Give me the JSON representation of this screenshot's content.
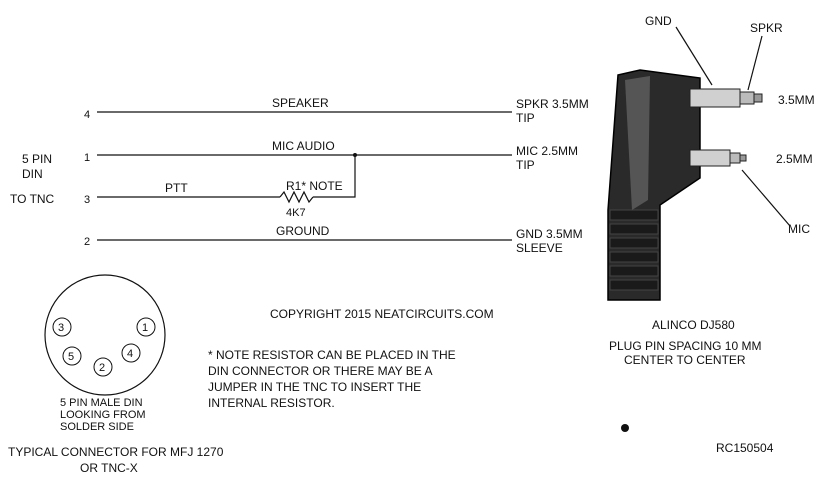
{
  "din": {
    "label_line1": "5 PIN",
    "label_line2": "DIN",
    "to_tnc": "TO TNC",
    "pins": [
      {
        "pin": "4",
        "signal": "SPEAKER",
        "dest_line1": "SPKR 3.5MM",
        "dest_line2": "TIP"
      },
      {
        "pin": "1",
        "signal": "MIC AUDIO",
        "dest_line1": "MIC 2.5MM",
        "dest_line2": "TIP"
      },
      {
        "pin": "3",
        "signal": "PTT",
        "dest_line1": "",
        "dest_line2": ""
      },
      {
        "pin": "2",
        "signal": "GROUND",
        "dest_line1": "GND 3.5MM",
        "dest_line2": "SLEEVE"
      }
    ],
    "connector_pins": [
      "3",
      "1",
      "5",
      "4",
      "2"
    ],
    "connector_caption": [
      "5 PIN MALE DIN",
      "LOOKING FROM",
      "SOLDER SIDE"
    ]
  },
  "resistor": {
    "label": "R1* NOTE",
    "value": "4K7"
  },
  "plug": {
    "gnd": "GND",
    "spkr": "SPKR",
    "size_35": "3.5MM",
    "size_25": "2.5MM",
    "mic": "MIC",
    "model": "ALINCO DJ580",
    "spacing_line1": "PLUG PIN SPACING 10 MM",
    "spacing_line2": "CENTER TO CENTER"
  },
  "copyright": "COPYRIGHT 2015 NEATCIRCUITS.COM",
  "note_lines": [
    "* NOTE RESISTOR CAN BE PLACED IN THE",
    "DIN CONNECTOR OR THERE MAY BE A",
    "JUMPER IN THE TNC TO INSERT THE",
    "INTERNAL RESISTOR."
  ],
  "typical_line1": "TYPICAL CONNECTOR FOR MFJ 1270",
  "typical_line2": "OR TNC-X",
  "ref": "RC150504"
}
